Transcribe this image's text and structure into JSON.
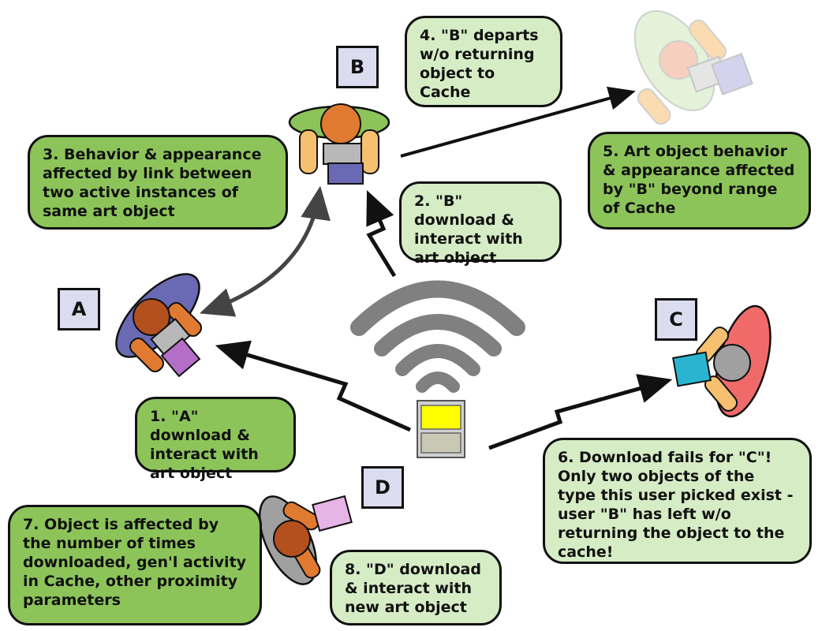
{
  "labels": {
    "a": "A",
    "b": "B",
    "c": "C",
    "d": "D"
  },
  "callouts": {
    "step1": "1. \"A\" download & interact with art object",
    "step2": "2. \"B\" download & interact with art object",
    "step3": "3. Behavior & appearance affected by link between two active instances of same art object",
    "step4": "4. \"B\" departs w/o returning object to Cache",
    "step5": "5. Art object behavior & appearance affected by \"B\" beyond range of Cache",
    "step6": "6. Download fails for \"C\"! Only two objects of the type this user picked exist - user \"B\" has left w/o returning the object to the cache!",
    "step7": "7. Object is affected by the number of times downloaded, gen'l activity in Cache, other proximity parameters",
    "step8": "8. \"D\" download & interact with new art object"
  },
  "colors": {
    "callout_dark": "#8cc45a",
    "callout_light": "#d6ecc5",
    "label_box": "#dcdcf0",
    "signal": "#808080",
    "cache_top": "#ffff00",
    "cache_bottom": "#c8c8b4"
  }
}
